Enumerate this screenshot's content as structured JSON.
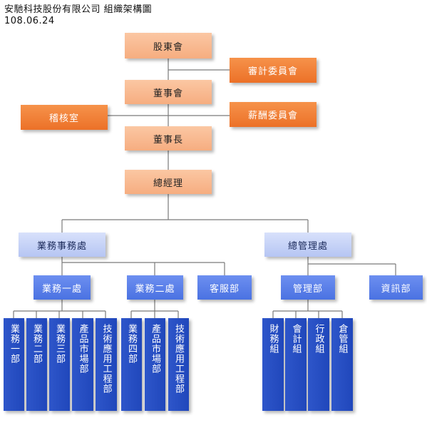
{
  "header": {
    "title": "安馳科技股份有限公司 組織架構圖",
    "date": "108.06.24"
  },
  "colors": {
    "top_level": "#f6ad80",
    "committee": "#ec7128",
    "division": "#b6c5f3",
    "department": "#4a72e2",
    "unit": "#2047bb",
    "connector": "#7a7a7a"
  },
  "nodes": {
    "shareholders": "股東會",
    "audit_committee": "審計委員會",
    "board": "董事會",
    "internal_audit": "稽核室",
    "remuneration_committee": "薪酬委員會",
    "chairman": "董事長",
    "general_manager": "總經理",
    "business_affairs_division": "業務事務處",
    "general_management_division": "總管理處",
    "sales_dept_1": "業務一處",
    "sales_dept_2": "業務二處",
    "customer_service": "客服部",
    "management_dept": "管理部",
    "it_dept": "資訊部"
  },
  "units": {
    "sales_1": "業務一部",
    "sales_2": "業務二部",
    "sales_3": "業務三部",
    "product_marketing_1": "產品市場部",
    "tech_app_eng_1": "技術應用工程部",
    "sales_4": "業務四部",
    "product_marketing_2": "產品市場部",
    "tech_app_eng_2": "技術應用工程部",
    "finance": "財務組",
    "accounting": "會計組",
    "administration": "行政組",
    "warehouse": "倉管組"
  }
}
